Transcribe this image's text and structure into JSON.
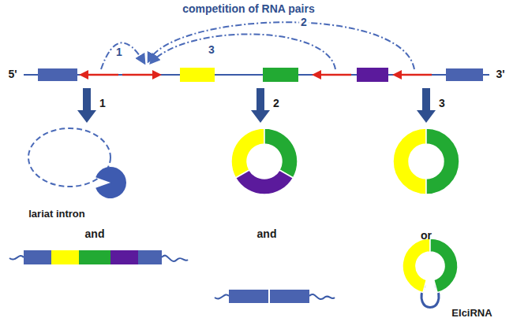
{
  "diagram": {
    "labels": [
      "competition of RNA pairs",
      "1",
      "2",
      "3",
      "5'",
      "3'",
      "1",
      "2",
      "3",
      "lariat intron",
      "and",
      "and",
      "or",
      "EIciRNA"
    ]
  }
}
